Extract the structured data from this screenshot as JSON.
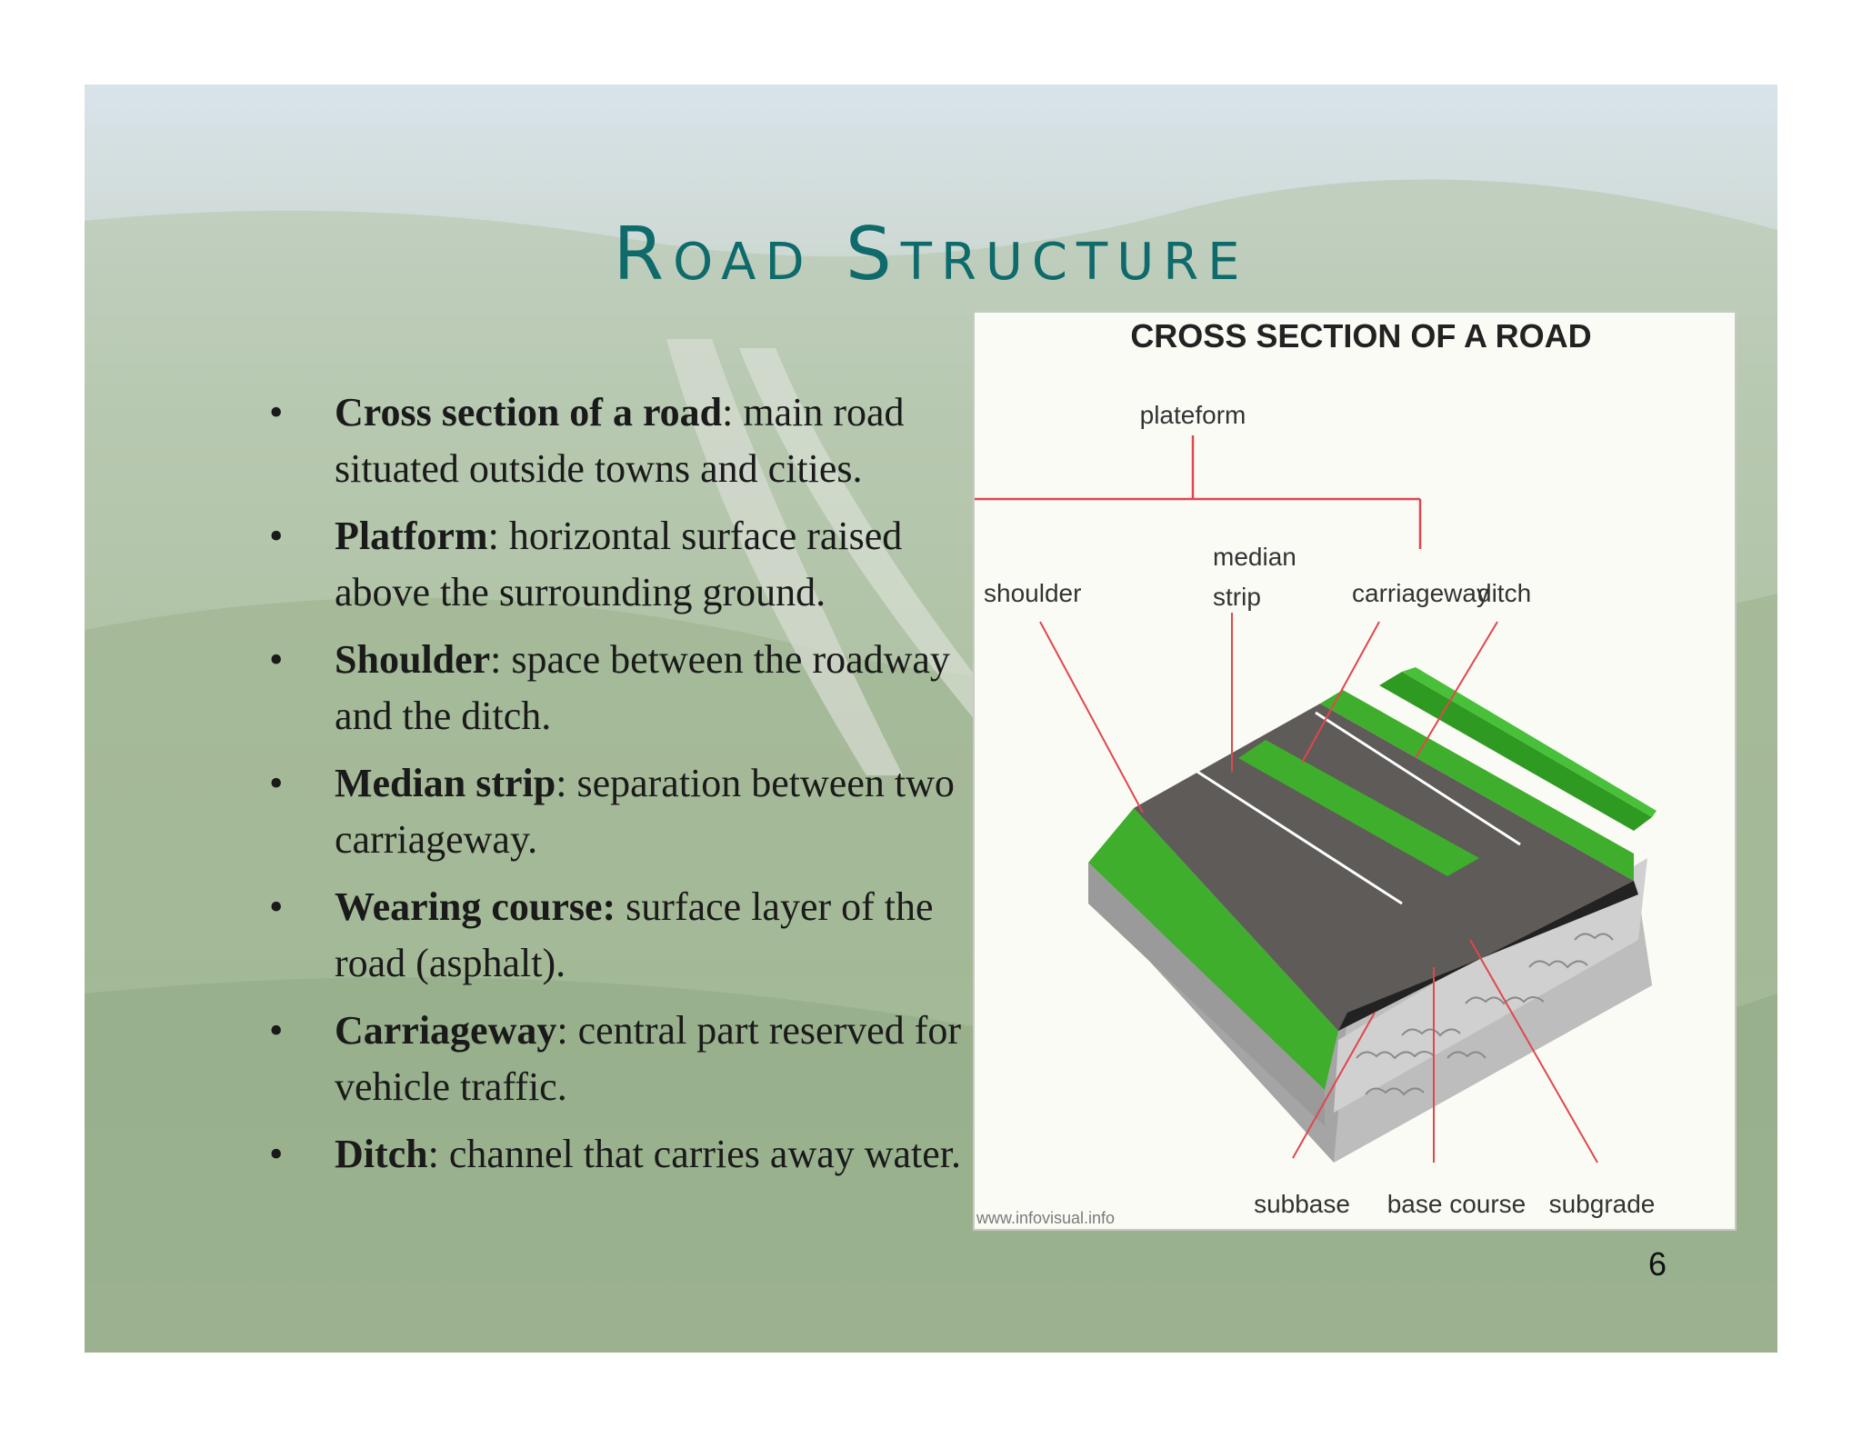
{
  "slide": {
    "title": "Road Structure",
    "page_number": "6",
    "bullets": [
      {
        "term": "Cross section of a road",
        "desc": ": main road situated outside towns and cities."
      },
      {
        "term": "Platform",
        "desc": ": horizontal surface raised above the surrounding ground."
      },
      {
        "term": "Shoulder",
        "desc": ": space between the roadway   and the ditch."
      },
      {
        "term": "Median strip",
        "desc": ": separation between two carriageway."
      },
      {
        "term": "Wearing course:",
        "desc": " surface layer of the road (asphalt)."
      },
      {
        "term": "Carriageway",
        "desc": ": central part reserved for vehicle traffic."
      },
      {
        "term": "Ditch",
        "desc": ": channel that carries away water."
      }
    ],
    "bullet_symbol": "•"
  },
  "figure": {
    "title": "CROSS SECTION OF A ROAD",
    "labels": {
      "plateform": "plateform",
      "median_1": "median",
      "median_2": "strip",
      "shoulder": "shoulder",
      "carriageway": "carriageway",
      "ditch": "ditch",
      "subbase": "subbase",
      "base_course": "base course",
      "subgrade": "subgrade"
    },
    "watermark": "www.infovisual.info",
    "colors": {
      "title": "#0e6a6b",
      "grass": "#3fae2c",
      "asphalt": "#5e5b58",
      "leader_lines": "#e0474c"
    }
  }
}
